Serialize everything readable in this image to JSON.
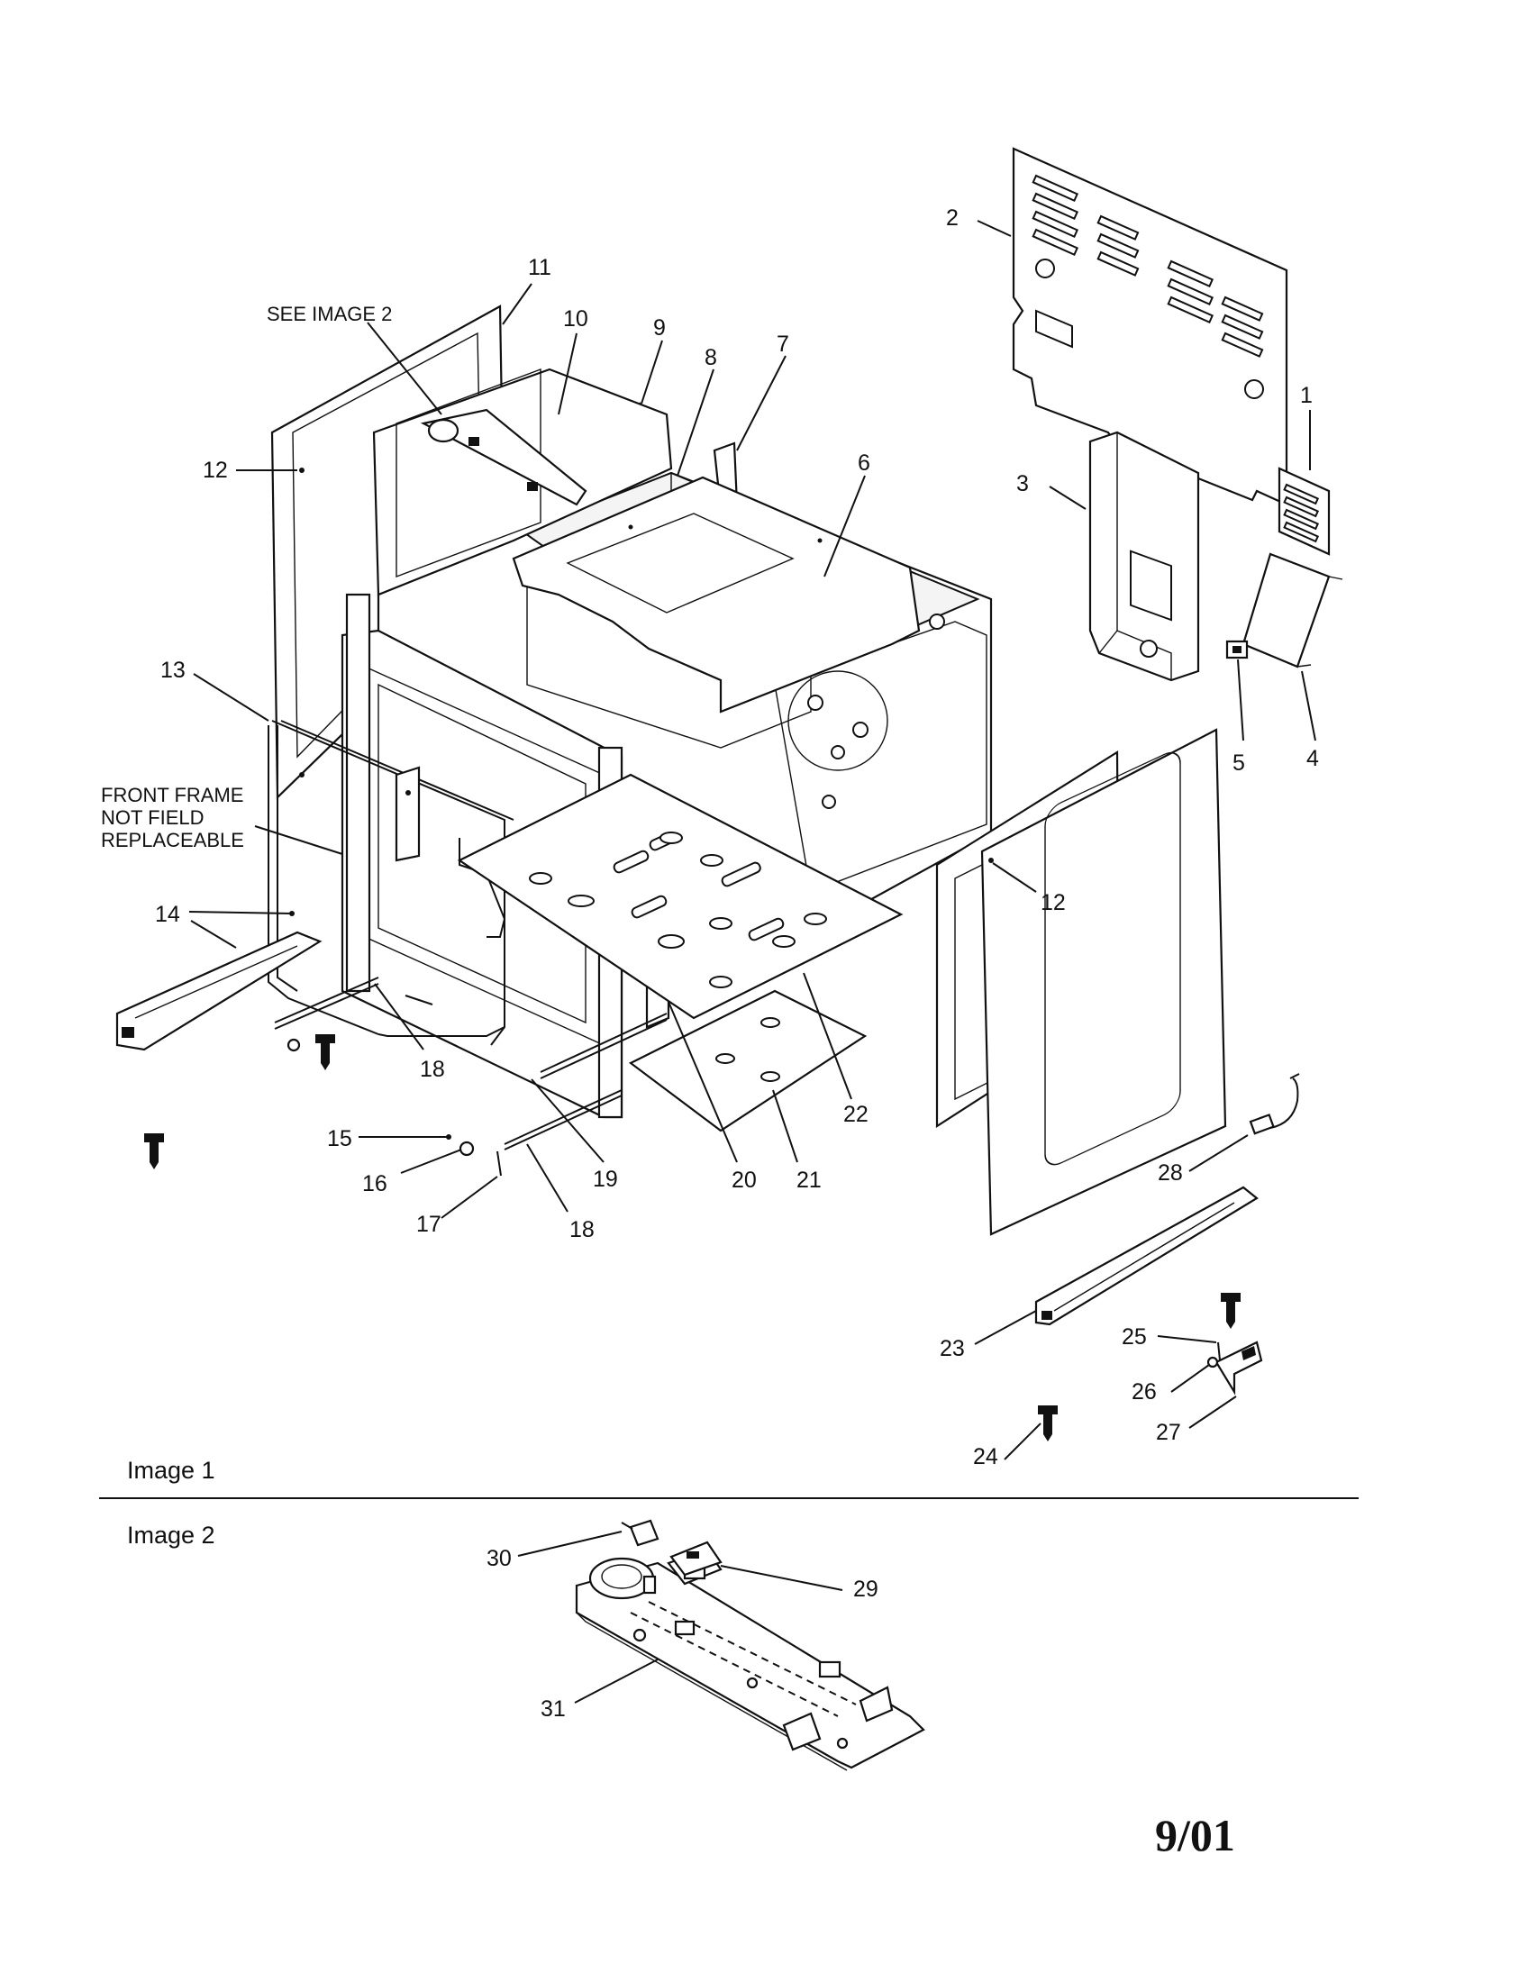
{
  "callouts": [
    {
      "id": "1",
      "text": "1"
    },
    {
      "id": "2",
      "text": "2"
    },
    {
      "id": "3",
      "text": "3"
    },
    {
      "id": "4",
      "text": "4"
    },
    {
      "id": "5",
      "text": "5"
    },
    {
      "id": "6",
      "text": "6"
    },
    {
      "id": "7",
      "text": "7"
    },
    {
      "id": "8",
      "text": "8"
    },
    {
      "id": "9",
      "text": "9"
    },
    {
      "id": "10",
      "text": "10"
    },
    {
      "id": "11",
      "text": "11"
    },
    {
      "id": "12a",
      "text": "12"
    },
    {
      "id": "12b",
      "text": "12"
    },
    {
      "id": "13",
      "text": "13"
    },
    {
      "id": "14",
      "text": "14"
    },
    {
      "id": "15",
      "text": "15"
    },
    {
      "id": "16",
      "text": "16"
    },
    {
      "id": "17",
      "text": "17"
    },
    {
      "id": "18a",
      "text": "18"
    },
    {
      "id": "18b",
      "text": "18"
    },
    {
      "id": "19",
      "text": "19"
    },
    {
      "id": "20",
      "text": "20"
    },
    {
      "id": "21",
      "text": "21"
    },
    {
      "id": "22",
      "text": "22"
    },
    {
      "id": "23",
      "text": "23"
    },
    {
      "id": "24",
      "text": "24"
    },
    {
      "id": "25",
      "text": "25"
    },
    {
      "id": "26",
      "text": "26"
    },
    {
      "id": "27",
      "text": "27"
    },
    {
      "id": "28",
      "text": "28"
    },
    {
      "id": "29",
      "text": "29"
    },
    {
      "id": "30",
      "text": "30"
    },
    {
      "id": "31",
      "text": "31"
    }
  ],
  "notes": {
    "see_image_2": "SEE IMAGE 2",
    "front_frame_line1": "FRONT FRAME",
    "front_frame_line2": "NOT FIELD",
    "front_frame_line3": "REPLACEABLE"
  },
  "sections": {
    "image1": "Image 1",
    "image2": "Image 2"
  },
  "date_code": "9/01"
}
